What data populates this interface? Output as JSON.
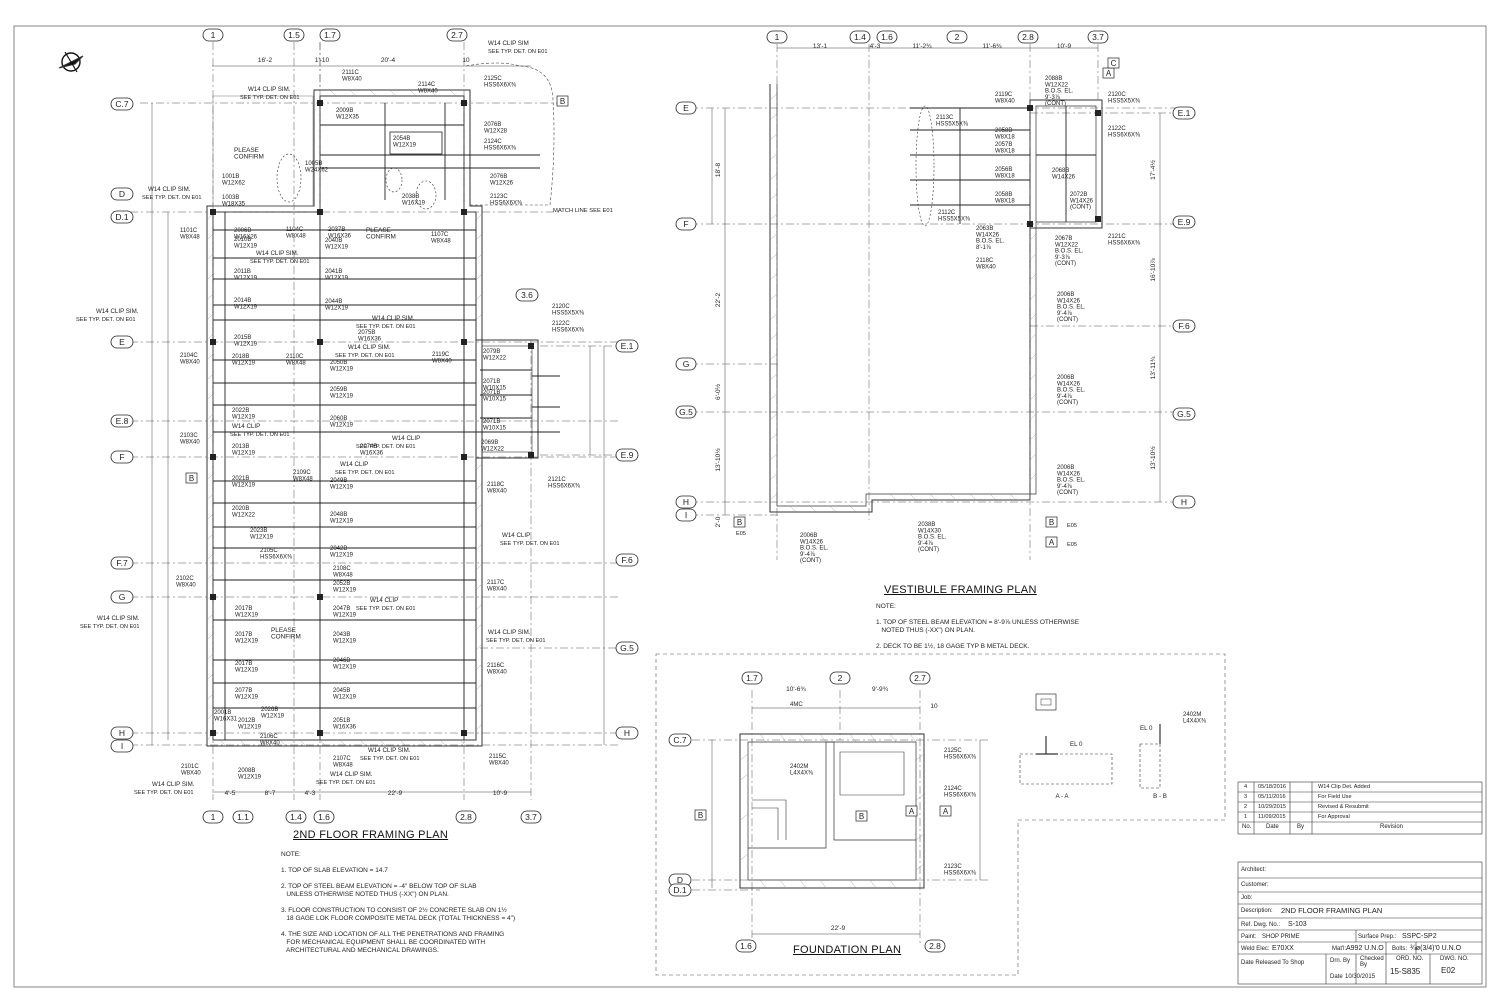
{
  "sheet": {
    "plans": {
      "second_floor": {
        "title": "2ND FLOOR FRAMING PLAN"
      },
      "vestibule": {
        "title": "VESTIBULE FRAMING PLAN"
      },
      "foundation": {
        "title": "FOUNDATION PLAN"
      }
    },
    "grids_top_left": [
      "1",
      "1.5",
      "1.7",
      "2.7"
    ],
    "grids_bottom_left": [
      "1",
      "1.1",
      "1.4",
      "1.6",
      "2.8",
      "3.7"
    ],
    "grids_rows_left": [
      "C.7",
      "D",
      "D.1",
      "E",
      "E.8",
      "F",
      "F.7",
      "G",
      "H",
      "I"
    ],
    "grids_right_left": [
      "E.1",
      "E.9",
      "F.6",
      "G.5",
      "H"
    ],
    "grids_top_vest": [
      "1",
      "1.4",
      "1.6",
      "2",
      "2.8",
      "3.7"
    ],
    "grids_rows_vest": [
      "E",
      "F",
      "G",
      "G.5",
      "H",
      "I"
    ],
    "grids_right_vest": [
      "E.1",
      "E.9",
      "F.6",
      "G.5",
      "H"
    ],
    "grids_found_top": [
      "1.7",
      "2",
      "2.7"
    ],
    "grids_found_bottom": [
      "1.6",
      "2.8"
    ],
    "grids_found_rows": [
      "C.7",
      "D",
      "D.1"
    ],
    "grid_3_6": "3.6",
    "notes_2nd": "NOTE:\n\n1. TOP OF SLAB ELEVATION = 14.7\n\n2. TOP OF STEEL BEAM ELEVATION = -4\" BELOW TOP OF SLAB\n   UNLESS OTHERWISE NOTED THUS (-XX\") ON PLAN.\n\n3. FLOOR CONSTRUCTION TO CONSIST OF 2½ CONCRETE SLAB ON 1½\n   18 GAGE LOK FLOOR COMPOSITE METAL DECK (TOTAL THICKNESS = 4\")\n\n4. THE SIZE AND LOCATION OF ALL THE PENETRATIONS AND FRAMING\n   FOR MECHANICAL EQUIPMENT SHALL BE COORDINATED WITH\n   ARCHITECTURAL AND MECHANICAL DRAWINGS.",
    "notes_vest": "NOTE:\n\n1. TOP OF STEEL BEAM ELEVATION = 8'-9⅞ UNLESS OTHERWISE\n   NOTED THUS (-XX\") ON PLAN.\n\n2. DECK TO BE 1½, 18 GAGE TYP B METAL DECK.",
    "dims_top_left": [
      "16'-2",
      "1'-10",
      "20'-4",
      "10"
    ],
    "dims_bottom_left": [
      "4'-5",
      "8'-7",
      "4'-3",
      "22'-9",
      "10'-9"
    ],
    "dims_top_vest": [
      "13'-1",
      "4'-3",
      "11'-2¾",
      "11'-6¾",
      "10'-9"
    ],
    "dims_found_top": [
      "10'-6¾",
      "9'-9¾",
      "10"
    ],
    "dim_found_bottom": "22'-9",
    "dims_vest_side": [
      "18'-8",
      "22'-2",
      "6'-0½",
      "13'-10½",
      "2'-0"
    ],
    "dims_vest_right": [
      "17'-4½",
      "16'-10⅞",
      "13'-11¾",
      "13'-10½"
    ],
    "labels_left": [
      "2111C\nW8X40",
      "2114C\nW8X40",
      "2125C\nHSS6X6X⅜",
      "2009B\nW12X35",
      "2076B\nW12X28",
      "2124C\nHSS6X6X⅜",
      "2054B\nW12X19",
      "1001B\nW12X62",
      "1003B\nW18X35",
      "1005B\nW24X62",
      "2076B\nW12X26",
      "2123C\nHSS6X6X⅜",
      "1101C\nW8X48",
      "2006B\nW16X26",
      "2010B\nW12X19",
      "2011B\nW12X19",
      "2014B\nW12X19",
      "2015B\nW12X19",
      "2037B\nW16X36",
      "2040B\nW12X19",
      "2041B\nW12X19",
      "2044B\nW12X19",
      "2075B\nW16X36",
      "2050B\nW12X19",
      "2059B\nW12X19",
      "2060B\nW12X19",
      "2104C\nW8X40",
      "2110C\nW8X48",
      "2119C\nW8X40",
      "2079B\nW12X22",
      "2071B\nW10X15",
      "2071B\nW10X15",
      "2071B\nW10X15",
      "2069B\nW12X22",
      "2018B\nW12X19",
      "2022B\nW12X19",
      "2013B\nW12X19",
      "2103C\nW8X40",
      "2074B\nW16X36",
      "2109C\nW8X48",
      "2049B\nW12X19",
      "2118C\nW8X40",
      "2021B\nW12X19",
      "2020B\nW12X22",
      "2023B\nW12X19",
      "2105C\nHSS6X6X⅜",
      "2048B\nW12X19",
      "2042B\nW12X19",
      "2102C\nW8X40",
      "2108C\nW8X48",
      "2052B\nW12X19",
      "2047B\nW12X19",
      "2117C\nW8X40",
      "2017B\nW12X19",
      "2017B\nW12X19",
      "2043B\nW12X19",
      "2017B\nW12X19",
      "2046B\nW12X19",
      "2116C\nW8X40",
      "2077B\nW12X19",
      "2045B\nW12X19",
      "2026B\nW12X19",
      "2012B\nW12X19",
      "2051B\nW16X36",
      "2106C\nW8X40",
      "2101C\nW8X40",
      "2008B\nW12X19",
      "2107C\nW8X48",
      "2115C\nW8X40",
      "2121C\nHSS6X6X⅜",
      "2120C\nHSS5X5X⅜",
      "2122C\nHSS6X6X⅜",
      "1104C\nW8X48",
      "1107C\nW8X48",
      "2038B\nW16X19",
      "2001B\nW16X31"
    ],
    "labels_vest": [
      "2088B\nW12X22\nB.O.S. EL.\n9'-3⅞\n(CONT)",
      "2120C\nHSS5X5X⅜",
      "2122C\nHSS6X6X⅜",
      "2119C\nW8X40",
      "2113C\nHSS5X5X⅜",
      "2058B\nW8X18",
      "2057B\nW8X18",
      "2056B\nW8X18",
      "2058B\nW8X18",
      "2068B\nW14X26",
      "2072B\nW14X26\n(CONT)",
      "2112C\nHSS5X5X⅜",
      "2063B\nW14X26\nB.O.S. EL.\n8'-1⅞",
      "2067B\nW12X22\nB.O.S. EL.\n9'-3⅞\n(CONT)",
      "2121C\nHSS6X6X⅜",
      "2118C\nW8X40",
      "2006B\nW14X26\nB.O.S. EL.\n9'-4⅞\n(CONT)",
      "2006B\nW14X26\nB.O.S. EL.\n9'-4⅞\n(CONT)",
      "2006B\nW14X26\nB.O.S. EL.\n9'-4⅞\n(CONT)",
      "2038B\nW14X30\nB.O.S. EL.\n9'-4⅞\n(CONT)",
      "2006B\nW14X26\nB.O.S. EL.\n9'-4⅞\n(CONT)"
    ],
    "labels_found": [
      "2125C\nHSS6X6X⅜",
      "2402M\nL4X4X⅜",
      "2124C\nHSS6X6X⅜",
      "2123C\nHSS6X6X⅜",
      "2402M\nL4X4X⅜",
      "4MC"
    ],
    "callouts": {
      "clip_sim": "W14 CLIP SIM.",
      "clip": "W14 CLIP",
      "clip_sim2": "W14 CLIP SIM",
      "see_det": "SEE TYP. DET. ON E01",
      "please_confirm": "PLEASE\nCONFIRM",
      "match_line": "MATCH LINE SEE E01",
      "section_aa": "A - A",
      "section_bb": "B - B",
      "e05": "E05",
      "el0": "EL 0",
      "tag_a": "A",
      "tag_b": "B",
      "tag_c": "C"
    },
    "revisions": [
      {
        "no": "4",
        "date": "05/18/2016",
        "by": "",
        "rev": "W14 Clip Det. Added"
      },
      {
        "no": "3",
        "date": "05/11/2016",
        "by": "",
        "rev": "For Field Use"
      },
      {
        "no": "2",
        "date": "10/29/2015",
        "by": "",
        "rev": "Revised & Resubmit"
      },
      {
        "no": "1",
        "date": "11/09/2015",
        "by": "",
        "rev": "For Approval"
      }
    ],
    "rev_headers": {
      "no": "No.",
      "date": "Date",
      "by": "By",
      "rev": "Revision"
    },
    "title_block": {
      "architect_label": "Architect:",
      "customer_label": "Customer:",
      "job_label": "Job:",
      "description_label": "Description:",
      "description": "2ND FLOOR FRAMING PLAN",
      "ref_dwg_label": "Ref. Dwg. No.:",
      "ref_dwg": "S-103",
      "paint_label": "Paint:",
      "paint": "SHOP PRIME",
      "surface_label": "Surface Prep.:",
      "surface": "SSPC-SP2",
      "weld_label": "Weld Elec:",
      "weld": "E70XX",
      "matl_label": "Mat'l:",
      "matl": "A992 U.N.O",
      "bolts_label": "Bolts:",
      "bolts": "¾ø(3/4)'0 U.N.O",
      "date_released_label": "Date Released To Shop",
      "drn_by_label": "Drn. By",
      "checked_by_label": "Checked By",
      "ord_no_label": "ORD. NO.",
      "dwg_no_label": "DWG. NO.",
      "date_label": "Date",
      "date": "10/30/2015",
      "ord_no": "15-S835",
      "dwg_no": "E02"
    }
  }
}
